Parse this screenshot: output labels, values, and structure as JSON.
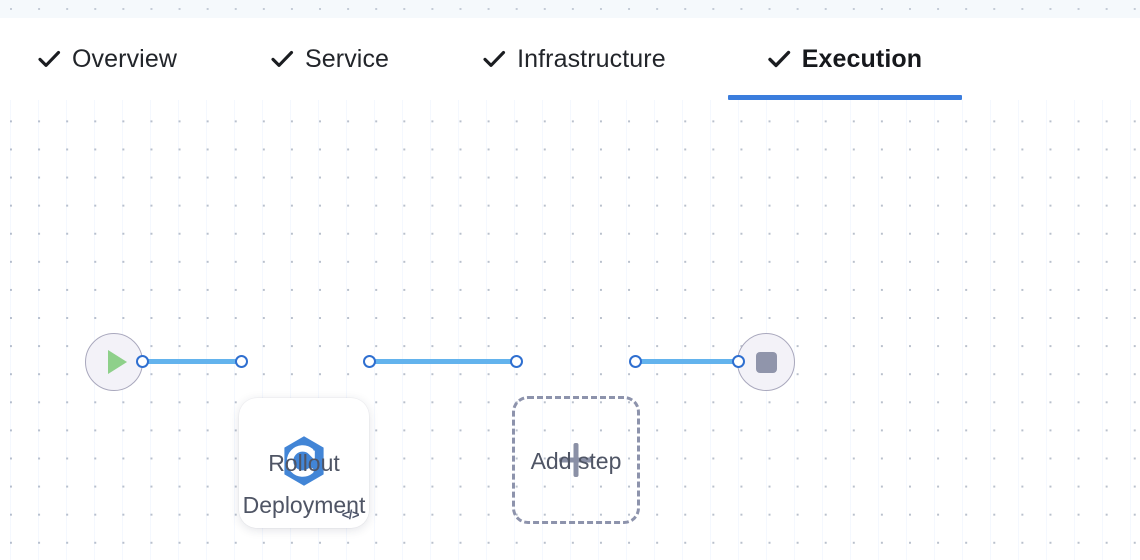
{
  "tabs": [
    {
      "label": "Overview",
      "icon": "check-icon",
      "active": false
    },
    {
      "label": "Service",
      "icon": "check-icon",
      "active": false
    },
    {
      "label": "Infrastructure",
      "icon": "check-icon",
      "active": false
    },
    {
      "label": "Execution",
      "icon": "check-icon",
      "active": true
    }
  ],
  "canvas": {
    "start_node": {
      "icon": "play-icon",
      "name": "start"
    },
    "end_node": {
      "icon": "stop-icon",
      "name": "end"
    },
    "steps": [
      {
        "label": "Rollout\nDeployment",
        "icon": "rollout-deployment-icon",
        "badge": "</>"
      }
    ],
    "add_step": {
      "label": "Add step",
      "icon": "plus-icon"
    }
  },
  "colors": {
    "accent_blue": "#3b7ddd",
    "edge_blue": "#63b3ed",
    "handle_blue": "#2f6fd0",
    "icon_blue": "#4285d6",
    "play_green": "#8ed08a",
    "stop_gray": "#9095ab",
    "dashed_border": "#8d93ac",
    "label_text": "#4f5565",
    "tab_text": "#22252a",
    "terminal_fill": "#f3f2f8",
    "terminal_border": "#a9a8bd",
    "grid_dot": "#b9c0cc"
  }
}
